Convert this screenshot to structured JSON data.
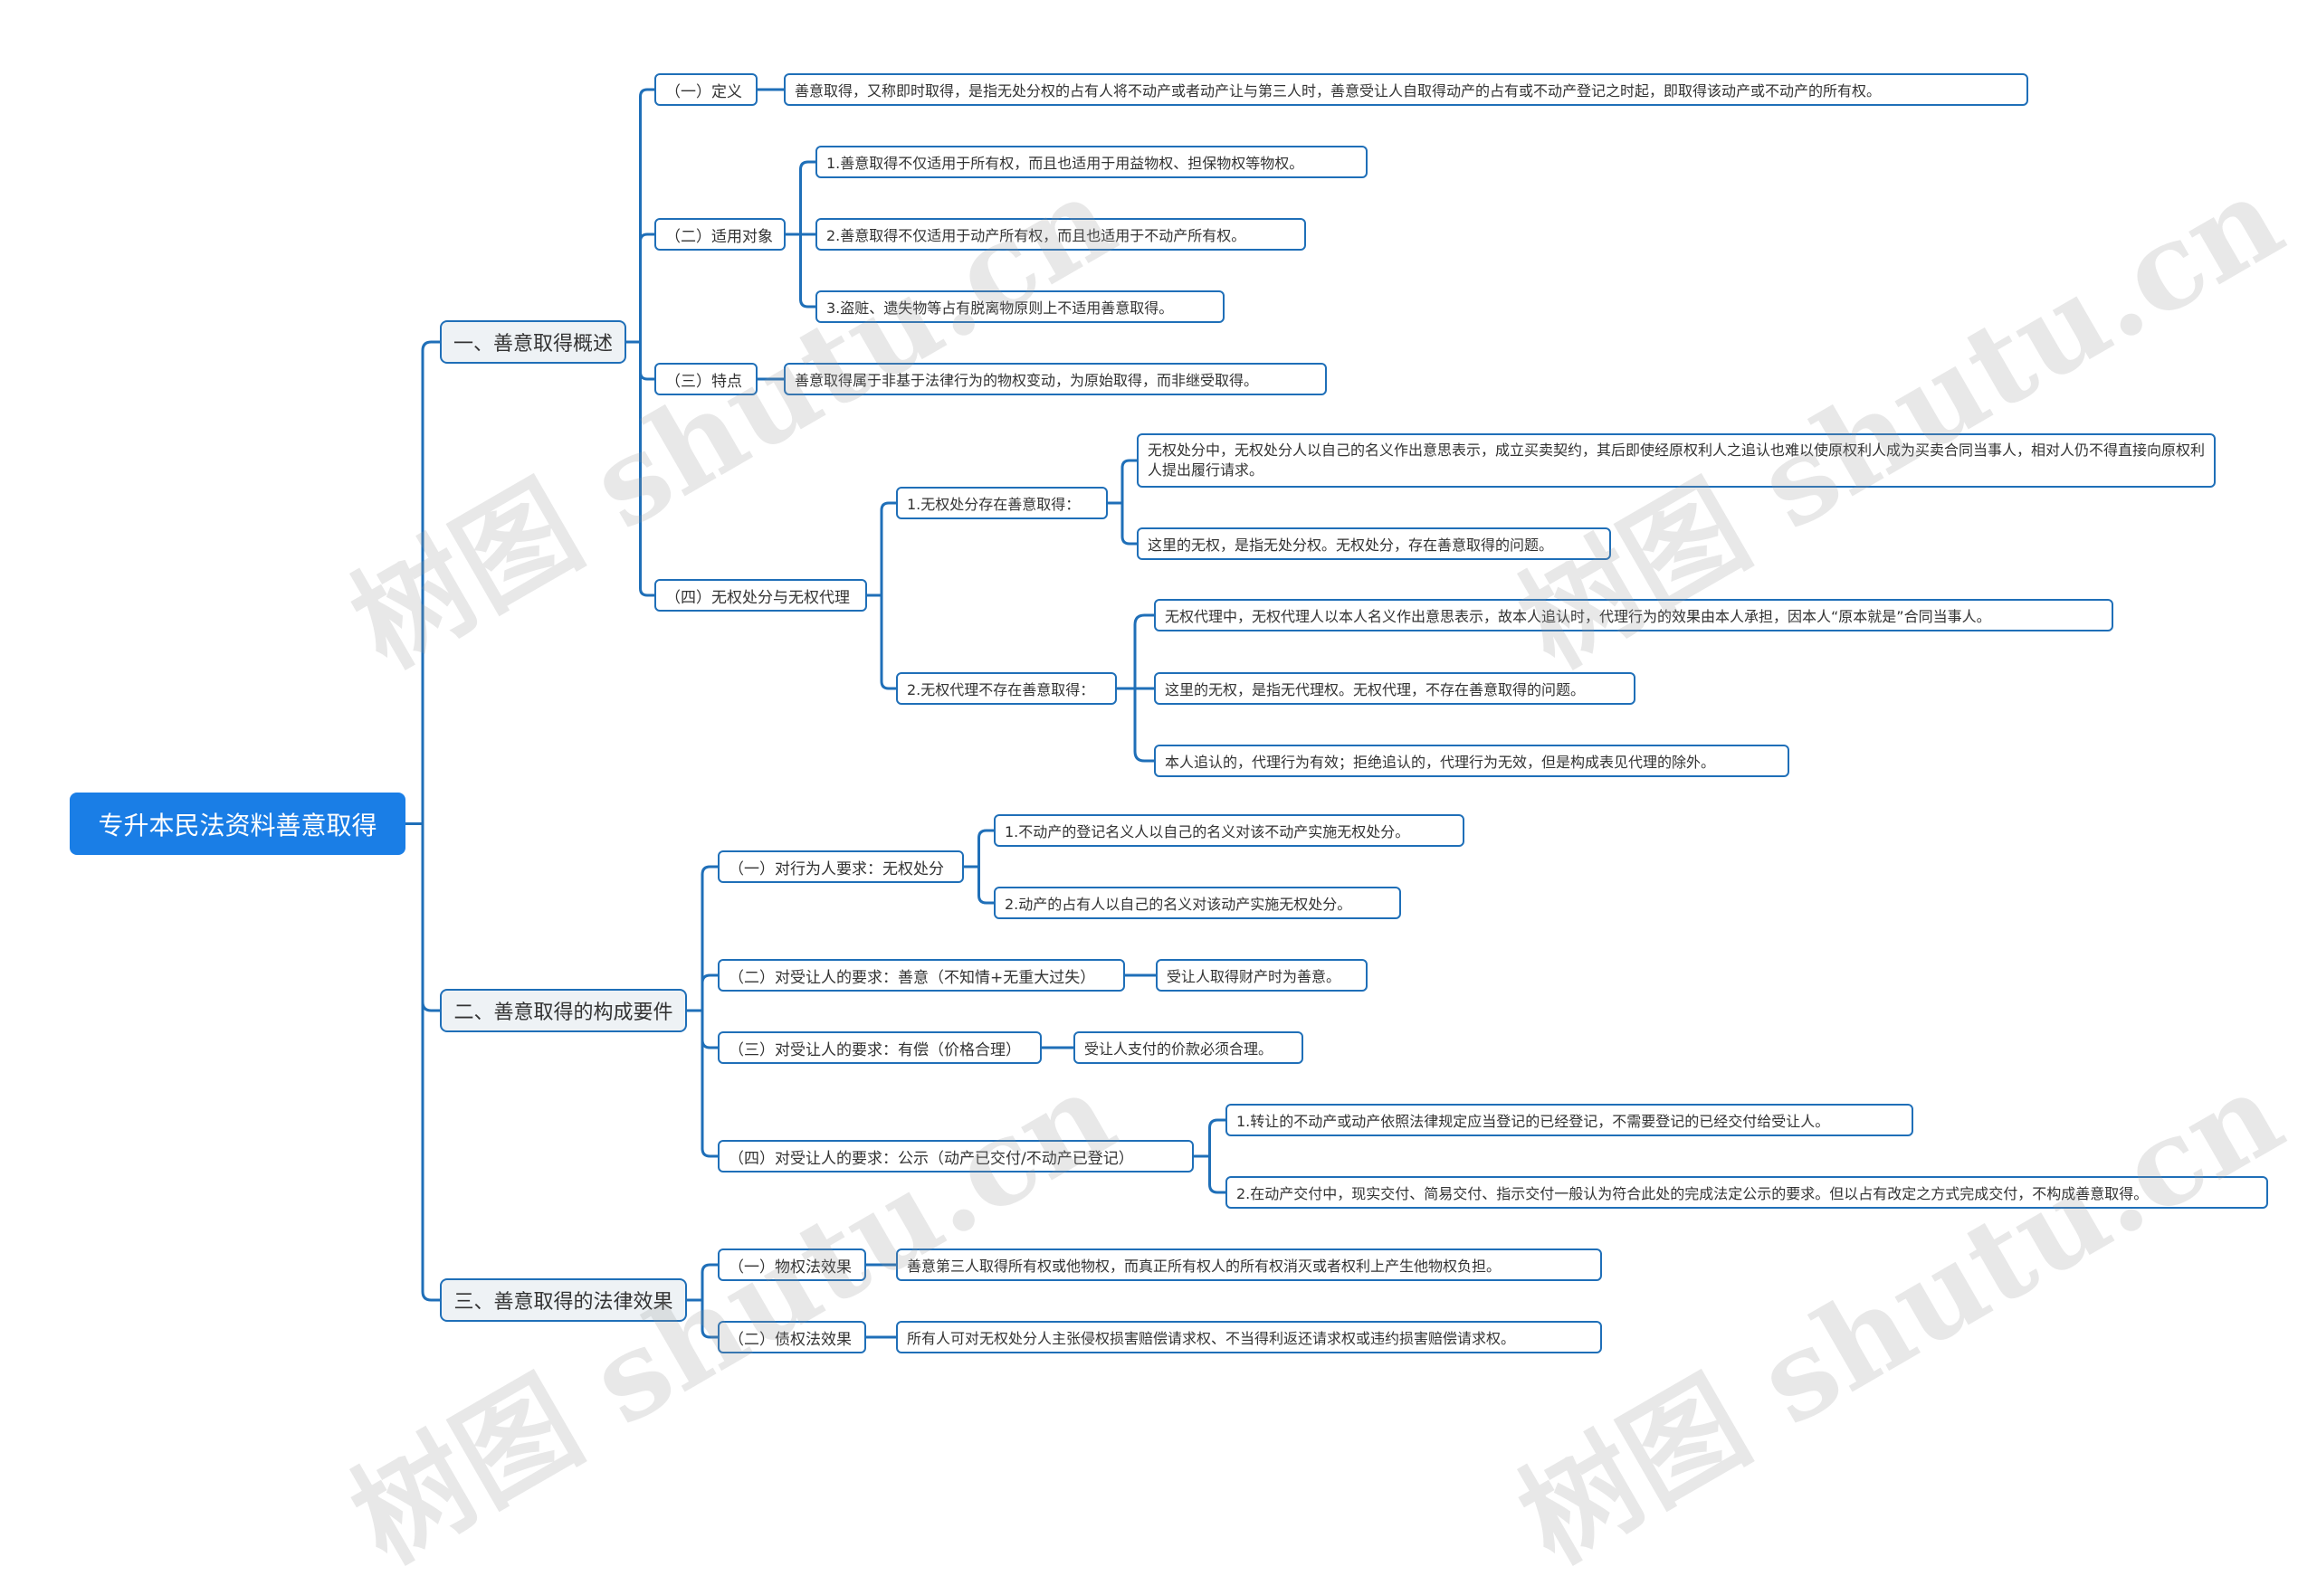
{
  "root": "专升本民法资料善意取得",
  "b1": {
    "title": "一、善意取得概述",
    "dingyi": {
      "label": "（一）定义",
      "text": "善意取得，又称即时取得，是指无处分权的占有人将不动产或者动产让与第三人时，善意受让人自取得动产的占有或不动产登记之时起，即取得该动产或不动产的所有权。"
    },
    "shiyong": {
      "label": "（二）适用对象",
      "items": [
        "1.善意取得不仅适用于所有权，而且也适用于用益物权、担保物权等物权。",
        "2.善意取得不仅适用于动产所有权，而且也适用于不动产所有权。",
        "3.盗赃、遗失物等占有脱离物原则上不适用善意取得。"
      ]
    },
    "tedian": {
      "label": "（三）特点",
      "text": "善意取得属于非基于法律行为的物权变动，为原始取得，而非继受取得。"
    },
    "wuquan": {
      "label": "（四）无权处分与无权代理",
      "chufen": {
        "label": "1.无权处分存在善意取得：",
        "items": [
          "无权处分中，无权处分人以自己的名义作出意思表示，成立买卖契约，其后即使经原权利人之追认也难以使原权利人成为买卖合同当事人，相对人仍不得直接向原权利人提出履行请求。",
          "这里的无权，是指无处分权。无权处分，存在善意取得的问题。"
        ]
      },
      "daili": {
        "label": "2.无权代理不存在善意取得：",
        "items": [
          "无权代理中，无权代理人以本人名义作出意思表示，故本人追认时，代理行为的效果由本人承担，因本人“原本就是”合同当事人。",
          "这里的无权，是指无代理权。无权代理，不存在善意取得的问题。",
          "本人追认的，代理行为有效；拒绝追认的，代理行为无效，但是构成表见代理的除外。"
        ]
      }
    }
  },
  "b2": {
    "title": "二、善意取得的构成要件",
    "c1": {
      "label": "（一）对行为人要求：无权处分",
      "items": [
        "1.不动产的登记名义人以自己的名义对该不动产实施无权处分。",
        "2.动产的占有人以自己的名义对该动产实施无权处分。"
      ]
    },
    "c2": {
      "label": "（二）对受让人的要求：善意（不知情+无重大过失）",
      "text": "受让人取得财产时为善意。"
    },
    "c3": {
      "label": "（三）对受让人的要求：有偿（价格合理）",
      "text": "受让人支付的价款必须合理。"
    },
    "c4": {
      "label": "（四）对受让人的要求：公示（动产已交付/不动产已登记）",
      "items": [
        "1.转让的不动产或动产依照法律规定应当登记的已经登记，不需要登记的已经交付给受让人。",
        "2.在动产交付中，现实交付、简易交付、指示交付一般认为符合此处的完成法定公示的要求。但以占有改定之方式完成交付，不构成善意取得。"
      ]
    }
  },
  "b3": {
    "title": "三、善意取得的法律效果",
    "wuquan": {
      "label": "（一）物权法效果",
      "text": "善意第三人取得所有权或他物权，而真正所有权人的所有权消灭或者权利上产生他物权负担。"
    },
    "zhaiquan": {
      "label": "（二）债权法效果",
      "text": "所有人可对无权处分人主张侵权损害赔偿请求权、不当得利返还请求权或违约损害赔偿请求权。"
    }
  },
  "watermark": "树图 shutu.cn",
  "colors": {
    "line": "#1f6fb8",
    "root_bg": "#1a7ee6",
    "l1_bg": "#eef2f5"
  }
}
